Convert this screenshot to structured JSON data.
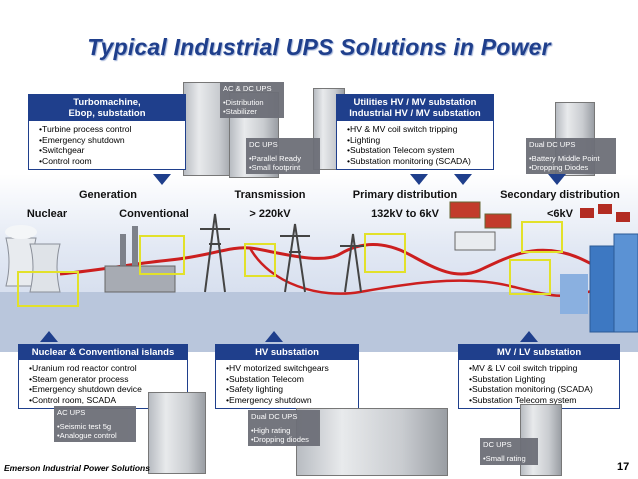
{
  "title": "Typical Industrial UPS Solutions in Power",
  "stages": {
    "generation": "Generation",
    "transmission": "Transmission",
    "primary": "Primary distribution",
    "secondary": "Secondary distribution",
    "nuclear": "Nuclear",
    "conventional": "Conventional",
    "trans_voltage": "> 220kV",
    "prim_voltage": "132kV to 6kV",
    "sec_voltage": "<6kV"
  },
  "turbo": {
    "header_line1": "Turbomachine,",
    "header_line2": "Ebop, substation",
    "items": [
      "Turbine process control",
      "Emergency shutdown",
      "Switchgear",
      "Control room"
    ]
  },
  "acdc": {
    "title": "AC & DC UPS",
    "items": [
      "•Distribution",
      "•Stabilizer"
    ]
  },
  "dcups_top": {
    "title": "DC UPS",
    "items": [
      "•Parallel Ready",
      "•Small footprint"
    ]
  },
  "utilities": {
    "header_line1": "Utilities HV / MV substation",
    "header_line2": "Industrial HV / MV substation",
    "items": [
      "HV & MV coil switch tripping",
      "Lighting",
      "Substation Telecom system",
      "Substation monitoring (SCADA)"
    ]
  },
  "dualdc_top": {
    "title": "Dual DC UPS",
    "items": [
      "•Battery Middle Point",
      "•Dropping Diodes"
    ]
  },
  "nuclear_panel": {
    "header": "Nuclear & Conventional islands",
    "items": [
      "Uranium rod reactor control",
      "Steam generator process",
      "Emergency shutdown device",
      "Control room, SCADA"
    ]
  },
  "acups": {
    "title": "AC UPS",
    "items": [
      "•Seismic test 5g",
      "•Analogue control"
    ]
  },
  "hv_panel": {
    "header": "HV substation",
    "items": [
      "HV motorized switchgears",
      "Substation Telecom",
      "Safety lighting",
      "Emergency shutdown"
    ]
  },
  "dualdc_bottom": {
    "title": "Dual DC UPS",
    "items": [
      "•High rating",
      "•Dropping diodes"
    ]
  },
  "mvlv_panel": {
    "header": "MV / LV substation",
    "items": [
      "MV & LV coil switch tripping",
      "Substation Lighting",
      "Substation monitoring (SCADA)",
      "Substation Telecom system"
    ]
  },
  "dcups_bottom": {
    "title": "DC UPS",
    "items": [
      "•Small rating"
    ]
  },
  "footer": "Emerson Industrial Power Solutions",
  "page_number": "17",
  "colors": {
    "brand_blue": "#1f3f8c",
    "grid_line": "#cc1f1f",
    "sky": "#dfe7f4",
    "highlight": "#e2e12a"
  }
}
